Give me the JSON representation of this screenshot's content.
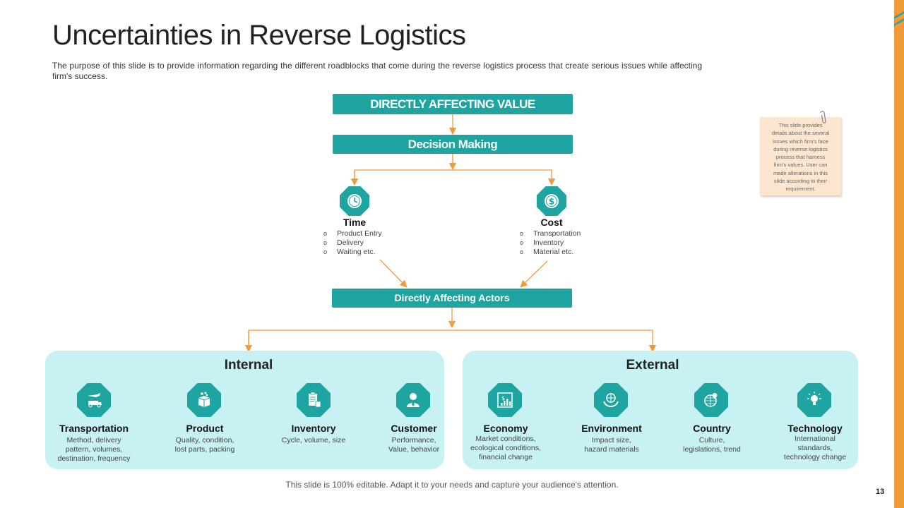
{
  "title": "Uncertainties in Reverse Logistics",
  "subtitle": "The purpose of this slide is to provide information regarding the different roadblocks that come during the reverse logistics process that create serious issues while affecting firm's success.",
  "flow": {
    "top": "DIRECTLY AFFECTING VALUE",
    "second": "Decision Making",
    "actors": "Directly Affecting Actors"
  },
  "time": {
    "label": "Time",
    "icon": "clock-icon",
    "items": [
      "Product Entry",
      "Delivery",
      "Waiting etc."
    ]
  },
  "cost": {
    "label": "Cost",
    "icon": "dollar-icon",
    "items": [
      "Transportation",
      "Inventory",
      "Material etc."
    ]
  },
  "internal": {
    "title": "Internal",
    "items": [
      {
        "name": "Transportation",
        "icon": "transport-icon",
        "desc": [
          "Method, delivery",
          "pattern, volumes,",
          "destination, frequency"
        ]
      },
      {
        "name": "Product",
        "icon": "box-icon",
        "desc": [
          "Quality, condition,",
          "lost parts, packing"
        ]
      },
      {
        "name": "Inventory",
        "icon": "clipboard-icon",
        "desc": [
          "Cycle, volume, size"
        ]
      },
      {
        "name": "Customer",
        "icon": "person-icon",
        "desc": [
          "Performance,",
          "Value, behavior"
        ]
      }
    ]
  },
  "external": {
    "title": "External",
    "items": [
      {
        "name": "Economy",
        "icon": "economy-chart-icon",
        "desc": [
          "Market conditions,",
          "ecological conditions,",
          "financial change"
        ]
      },
      {
        "name": "Environment",
        "icon": "globe-hands-icon",
        "desc": [
          "Impact size,",
          "hazard materials"
        ]
      },
      {
        "name": "Country",
        "icon": "globe-pin-icon",
        "desc": [
          "Culture,",
          "legislations, trend"
        ]
      },
      {
        "name": "Technology",
        "icon": "lightbulb-icon",
        "desc": [
          "International",
          "standards,",
          "technology change"
        ]
      }
    ]
  },
  "sticky_note": [
    "This slide provides",
    "details about the several",
    "issues which firm's face",
    "during reverse logistics",
    "process that harness",
    "firm's values. User can",
    "made alterations in this",
    "slide according to their",
    "requirement."
  ],
  "footer": "This slide is 100% editable. Adapt it to your needs and capture your audience's attention.",
  "page_number": "13",
  "colors": {
    "teal": "#1ea5a1",
    "panel": "#c8f1f3",
    "orange": "#f29a38",
    "note": "#fde6cf"
  }
}
